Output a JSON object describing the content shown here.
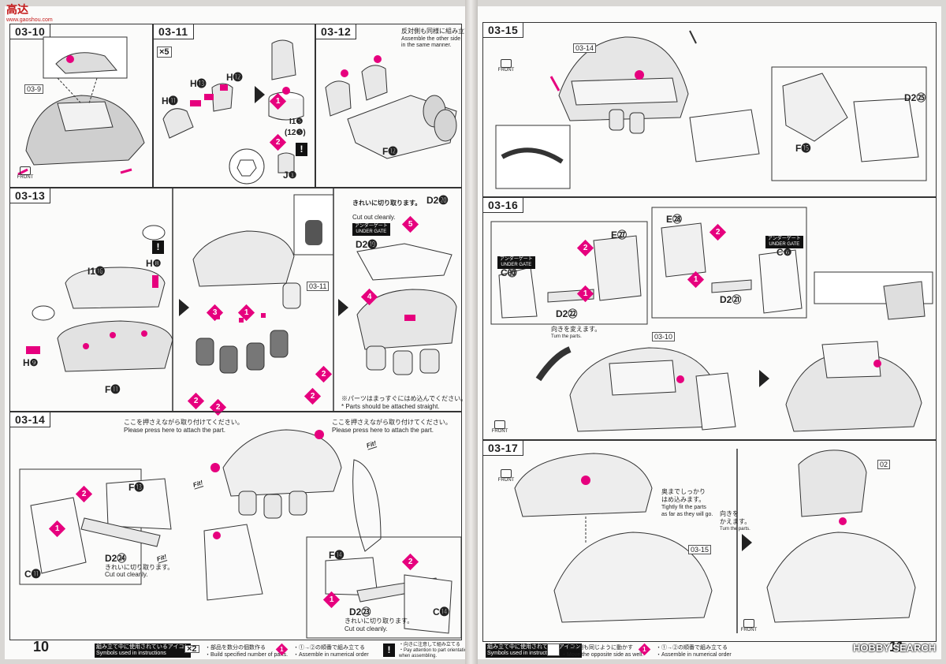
{
  "watermark_top": {
    "logo": "高达",
    "site": "www.gaoshou.com"
  },
  "watermark_bottom": "HOBBY SEARCH",
  "left_page": {
    "page_number": "10",
    "steps": {
      "s0310": {
        "label": "03-10",
        "ref": "03-9"
      },
      "s0311": {
        "label": "03-11",
        "count": "×5",
        "parts": {
          "h11": "H⓫",
          "h12": "H⓬",
          "h13": "H⓭",
          "i15": "I1❺",
          "i125": "(12❺)",
          "j1": "J❶"
        }
      },
      "s0312": {
        "label": "03-12",
        "note_jp": "反対側も同様に組み立てます。",
        "note_en_1": "Assemble the other side",
        "note_en_2": "in the same manner.",
        "part": "F⓬"
      },
      "s0313": {
        "label": "03-13",
        "parts": {
          "i116": "I1⓰",
          "h8": "H❽",
          "h9": "H❾",
          "f11": "F⓫",
          "d220": "D2⓴",
          "d219": "D2⓳"
        },
        "ref": "03-11",
        "cut_jp": "きれいに切り取ります。",
        "cut_en": "Cut out cleanly.",
        "gate_jp": "アンダーゲート",
        "gate_en": "UNDER GATE",
        "straight_jp": "※パーツはまっすぐにはめ込んでください。",
        "straight_en": "* Parts should be attached straight."
      },
      "s0314": {
        "label": "03-14",
        "press_jp": "ここを押さえながら取り付けてください。",
        "press_en": "Please press here to attach the part.",
        "parts": {
          "f13": "F⓭",
          "c11": "C⓫",
          "d224": "D2㉔",
          "f14": "F⓮",
          "d223": "D2㉓",
          "c14": "C⓮"
        },
        "cut_jp": "きれいに切り取ります。",
        "cut_en": "Cut out cleanly.",
        "fit": "Fit!"
      }
    },
    "footer": {
      "legend_title_jp": "組み立て中に使用されているアイコン",
      "legend_title_en": "Symbols used in instructions",
      "x2_label": "×2",
      "x2_jp": "・部品を数分の個数作る",
      "x2_en": "・Build specified number of parts.",
      "order_jp": "・①→②の順番で組み立てる",
      "order_en": "・Assemble in numerical order",
      "attention_jp": "・向きに注意して組み立てる",
      "attention_en_1": "・Pay attention to part orientation",
      "attention_en_2": "when assembling."
    }
  },
  "right_page": {
    "page_number": "11",
    "steps": {
      "s0315": {
        "label": "03-15",
        "ref": "03-14",
        "parts": {
          "d225": "D2㉕",
          "f15": "F⓯"
        }
      },
      "s0316": {
        "label": "03-16",
        "parts": {
          "e27": "E㉗",
          "c10": "C⓾",
          "d222": "D2㉒",
          "e28": "E㉘",
          "c6": "C❻",
          "d221": "D2㉑"
        },
        "gate_jp": "アンダーゲート",
        "gate_en": "UNDER GATE",
        "turn_jp": "向きを変えます。",
        "turn_en": "Turn the parts.",
        "ref": "03-10"
      },
      "s0317": {
        "label": "03-17",
        "tight_jp_1": "奥までしっかり",
        "tight_jp_2": "はめ込みます。",
        "tight_en_1": "Tightly fit the parts",
        "tight_en_2": "as far as they will go.",
        "turn_jp_1": "向きを",
        "turn_jp_2": "かえます。",
        "turn_en": "Turn the parts.",
        "ref1": "03-15",
        "ref2": "02"
      }
    },
    "footer": {
      "legend_title_jp": "組み立て中に使用されているアイコン",
      "legend_title_en": "Symbols used in instructions",
      "opp_jp": "・反対側も同じように動かす",
      "opp_en": "・Move the opposite side as well.",
      "order_jp": "・①→②の順番で組み立てる",
      "order_en": "・Assemble in numerical order"
    }
  },
  "front_label": "FRONT",
  "colors": {
    "accent": "#e6007e",
    "ink": "#222222",
    "paper": "#fbfbfa"
  }
}
